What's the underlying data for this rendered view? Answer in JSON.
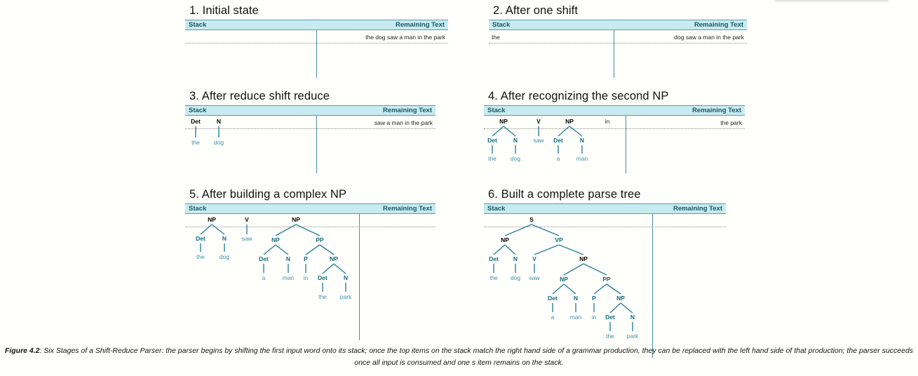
{
  "figure": {
    "label": "Figure 4.2",
    "caption_text": ": Six Stages of a Shift-Reduce Parser: the parser begins by shifting the first input word onto its stack; once the top items on the stack match the right hand side of a grammar production, they can be replaced with the left hand side of that production; the parser succeeds once all input is consumed and one s item remains on the stack."
  },
  "columns": {
    "stack": "Stack",
    "remaining": "Remaining Text"
  },
  "sentence": [
    "the",
    "dog",
    "saw",
    "a",
    "man",
    "in",
    "the",
    "park"
  ],
  "stages": [
    {
      "id": 1,
      "title": "1. Initial state",
      "stack_text": "",
      "remaining": "the dog saw a man in the park",
      "remaining_tokens": [
        "the",
        "dog",
        "saw",
        "a",
        "man",
        "in",
        "the",
        "park"
      ],
      "stack_items": []
    },
    {
      "id": 2,
      "title": "2. After one shift",
      "stack_text": "the",
      "remaining": "dog saw a man in the park",
      "remaining_tokens": [
        "dog",
        "saw",
        "a",
        "man",
        "in",
        "the",
        "park"
      ],
      "stack_items": [
        "the"
      ]
    },
    {
      "id": 3,
      "title": "3. After reduce shift reduce",
      "stack_text": "",
      "remaining": "saw a man in the park",
      "remaining_tokens": [
        "saw",
        "a",
        "man",
        "in",
        "the",
        "park"
      ],
      "stack_items": [
        "Det",
        "N"
      ],
      "tree_labels": [
        "Det",
        "N",
        "the",
        "dog"
      ]
    },
    {
      "id": 4,
      "title": "4. After recognizing the second NP",
      "stack_text": "",
      "remaining": "the park",
      "remaining_tokens": [
        "the",
        "park"
      ],
      "stack_items": [
        "NP",
        "V",
        "NP",
        "in"
      ],
      "tree_labels": [
        "NP",
        "Det",
        "N",
        "the",
        "dog",
        "V",
        "saw",
        "NP",
        "Det",
        "N",
        "a",
        "man",
        "in"
      ]
    },
    {
      "id": 5,
      "title": "5. After building a complex NP",
      "stack_text": "",
      "remaining": "",
      "remaining_tokens": [],
      "stack_items": [
        "NP",
        "V",
        "NP"
      ],
      "tree_labels": [
        "NP",
        "Det",
        "N",
        "the",
        "dog",
        "V",
        "saw",
        "NP",
        "NP",
        "PP",
        "Det",
        "N",
        "a",
        "man",
        "P",
        "in",
        "NP",
        "Det",
        "N",
        "the",
        "park"
      ]
    },
    {
      "id": 6,
      "title": "6. Built a complete parse tree",
      "stack_text": "",
      "remaining": "",
      "remaining_tokens": [],
      "stack_items": [
        "S"
      ],
      "tree_labels": [
        "S",
        "NP",
        "VP",
        "Det",
        "N",
        "the",
        "dog",
        "V",
        "saw",
        "NP",
        "NP",
        "PP",
        "Det",
        "N",
        "a",
        "man",
        "P",
        "in",
        "NP",
        "Det",
        "N",
        "the",
        "park"
      ]
    }
  ],
  "colors": {
    "header_bg": "#c7ebf0",
    "header_text": "#1b5566",
    "rule": "#5d9aa8",
    "edge": "#2b8098",
    "node_internal": "#0f6b80",
    "node_leaf": "#3a93a8",
    "page_bg": "#fffffb"
  }
}
